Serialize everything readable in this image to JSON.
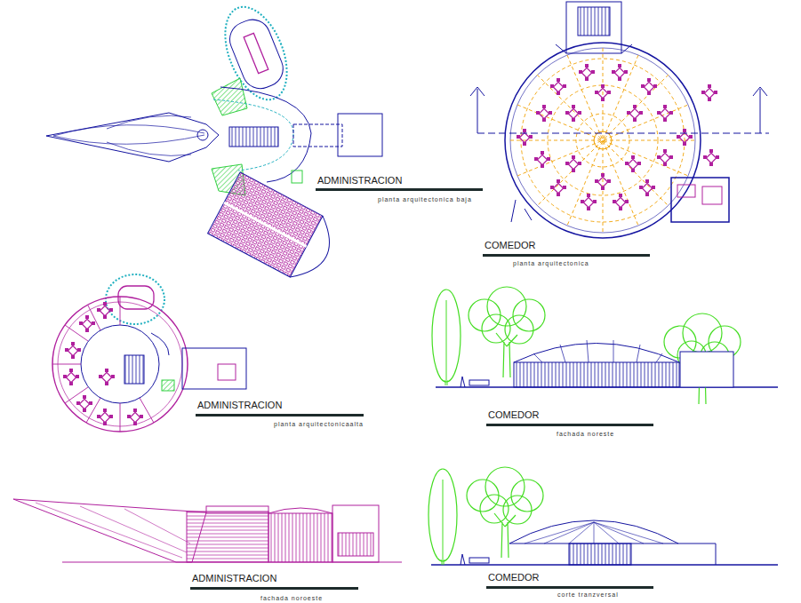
{
  "diagram": {
    "labels": [
      "ADMINISTRACION",
      "planta arquitectonica baja",
      "COMEDOR",
      "planta arquitectonica",
      "ADMINISTRACION",
      "planta arquitectonicaalta",
      "COMEDOR",
      "fachada noreste",
      "ADMINISTRACION",
      "fachada noroeste",
      "COMEDOR",
      "corte tranzversal"
    ]
  }
}
